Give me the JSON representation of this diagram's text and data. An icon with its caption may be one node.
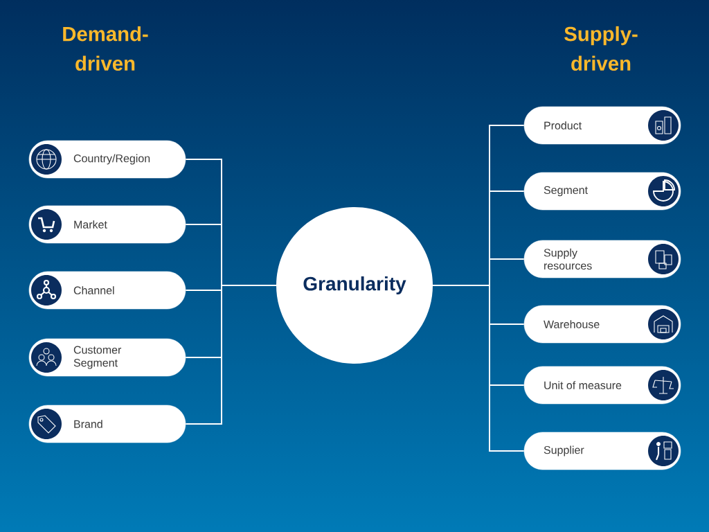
{
  "diagram": {
    "nodes": [
      {
        "text": [
          "Granularity"
        ]
      },
      {
        "text": [
          "Country/Region"
        ]
      },
      {
        "text": [
          "Market"
        ]
      },
      {
        "text": [
          "Channel"
        ]
      },
      {
        "text": [
          "Customer Segment"
        ]
      },
      {
        "text": [
          "Brand"
        ]
      },
      {
        "text": [
          "Product"
        ]
      },
      {
        "text": [
          "Segment"
        ]
      },
      {
        "text": [
          "Supply resources"
        ]
      },
      {
        "text": [
          "Warehouse"
        ]
      },
      {
        "text": [
          "Unit of measure"
        ]
      },
      {
        "text": [
          "Supplier"
        ]
      }
    ],
    "edges": [
      {
        "from": 0,
        "to": 1,
        "arrow": "none"
      },
      {
        "from": 0,
        "to": 2,
        "arrow": "none"
      },
      {
        "from": 0,
        "to": 3,
        "arrow": "none"
      },
      {
        "from": 0,
        "to": 4,
        "arrow": "none"
      },
      {
        "from": 0,
        "to": 5,
        "arrow": "none"
      },
      {
        "from": 0,
        "to": 6,
        "arrow": "none"
      },
      {
        "from": 0,
        "to": 7,
        "arrow": "none"
      },
      {
        "from": 0,
        "to": 8,
        "arrow": "none"
      },
      {
        "from": 0,
        "to": 9,
        "arrow": "none"
      },
      {
        "from": 0,
        "to": 10,
        "arrow": "none"
      },
      {
        "from": 0,
        "to": 11,
        "arrow": "none"
      }
    ],
    "labels": [
      "Demand-driven",
      "Supply-driven"
    ]
  }
}
